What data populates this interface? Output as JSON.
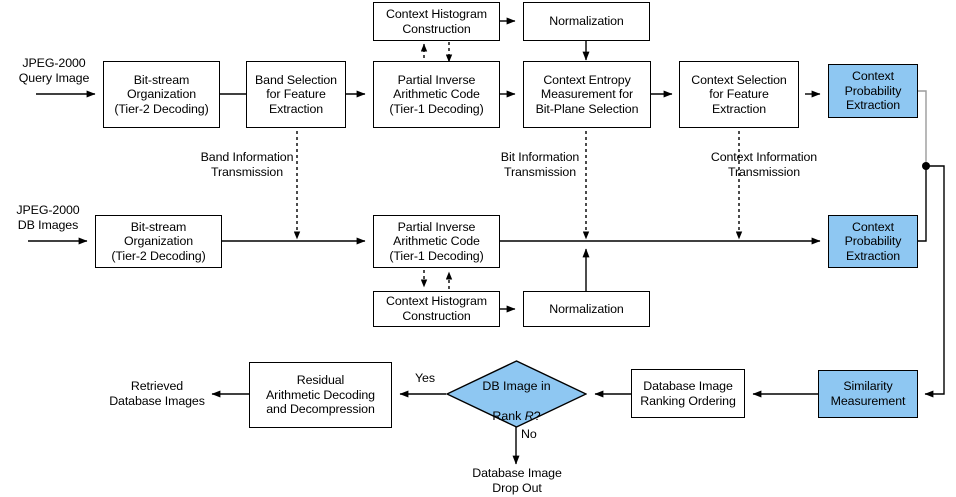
{
  "diagram": {
    "title": "JPEG-2000 compressed-domain image retrieval flowchart",
    "colors": {
      "accent_blue": "#8ec7f2",
      "line": "#000000",
      "box_fill": "#ffffff"
    },
    "inputs": {
      "query_image": "JPEG-2000\nQuery Image",
      "db_images": "JPEG-2000\nDB Images",
      "retrieved": "Retrieved\nDatabase Images",
      "drop_out": "Database Image\nDrop Out"
    },
    "transmissions": [
      {
        "id": "band",
        "text": "Band Information\nTransmission"
      },
      {
        "id": "bit",
        "text": "Bit Information\nTransmission"
      },
      {
        "id": "context",
        "text": "Context Information\nTransmission"
      }
    ],
    "edge_labels": {
      "yes": "Yes",
      "no": "No"
    },
    "decision": {
      "line1": "DB Image in",
      "line2_pre": "Rank ",
      "line2_var": "R",
      "line2_post": "?"
    },
    "nodes": [
      {
        "id": "q-hist",
        "label": "Context Histogram\nConstruction",
        "blue": false
      },
      {
        "id": "q-norm",
        "label": "Normalization",
        "blue": false
      },
      {
        "id": "q-bitstream",
        "label": "Bit-stream\nOrganization\n(Tier-2 Decoding)",
        "blue": false
      },
      {
        "id": "q-band",
        "label": "Band Selection\nfor Feature\nExtraction",
        "blue": false
      },
      {
        "id": "q-partial",
        "label": "Partial Inverse\nArithmetic Code\n(Tier-1 Decoding)",
        "blue": false
      },
      {
        "id": "q-entropy",
        "label": "Context Entropy\nMeasurement for\nBit-Plane Selection",
        "blue": false
      },
      {
        "id": "q-ctxsel",
        "label": "Context Selection\nfor Feature\nExtraction",
        "blue": false
      },
      {
        "id": "q-ctxprob",
        "label": "Context\nProbability\nExtraction",
        "blue": true
      },
      {
        "id": "db-bitstream",
        "label": "Bit-stream\nOrganization\n(Tier-2 Decoding)",
        "blue": false
      },
      {
        "id": "db-partial",
        "label": "Partial Inverse\nArithmetic Code\n(Tier-1 Decoding)",
        "blue": false
      },
      {
        "id": "db-ctxprob",
        "label": "Context\nProbability\nExtraction",
        "blue": true
      },
      {
        "id": "db-hist",
        "label": "Context Histogram\nConstruction",
        "blue": false
      },
      {
        "id": "db-norm",
        "label": "Normalization",
        "blue": false
      },
      {
        "id": "residual",
        "label": "Residual\nArithmetic Decoding\nand Decompression",
        "blue": false
      },
      {
        "id": "ranking",
        "label": "Database Image\nRanking Ordering",
        "blue": false
      },
      {
        "id": "similarity",
        "label": "Similarity\nMeasurement",
        "blue": true
      }
    ]
  }
}
